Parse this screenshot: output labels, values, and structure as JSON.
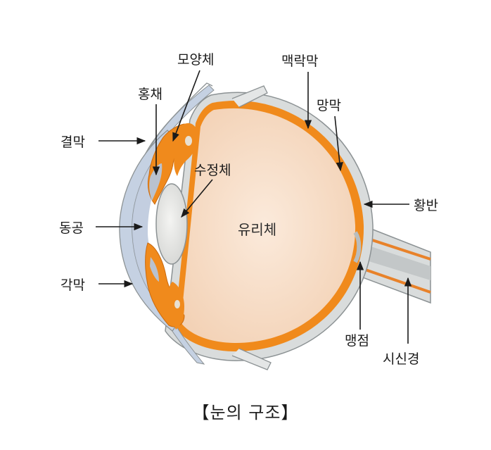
{
  "labels": {
    "conjunctiva": "결막",
    "iris": "홍채",
    "ciliary_body": "모양체",
    "choroid": "맥락막",
    "retina": "망막",
    "lens": "수정체",
    "pupil": "동공",
    "vitreous": "유리체",
    "cornea": "각막",
    "macula": "황반",
    "blind_spot": "맹점",
    "optic_nerve": "시신경"
  },
  "caption": "【눈의 구조】",
  "colors": {
    "vitreous_fill": "#f6dcc4",
    "vitreous_center": "#fbeadb",
    "choroid_orange": "#f08a1c",
    "sclera_gray": "#d9dcdc",
    "sclera_edge": "#8c9294",
    "cornea_blue": "#c5d1e2",
    "lens_gray": "#e4e5e4",
    "text": "#1a1a1a"
  }
}
